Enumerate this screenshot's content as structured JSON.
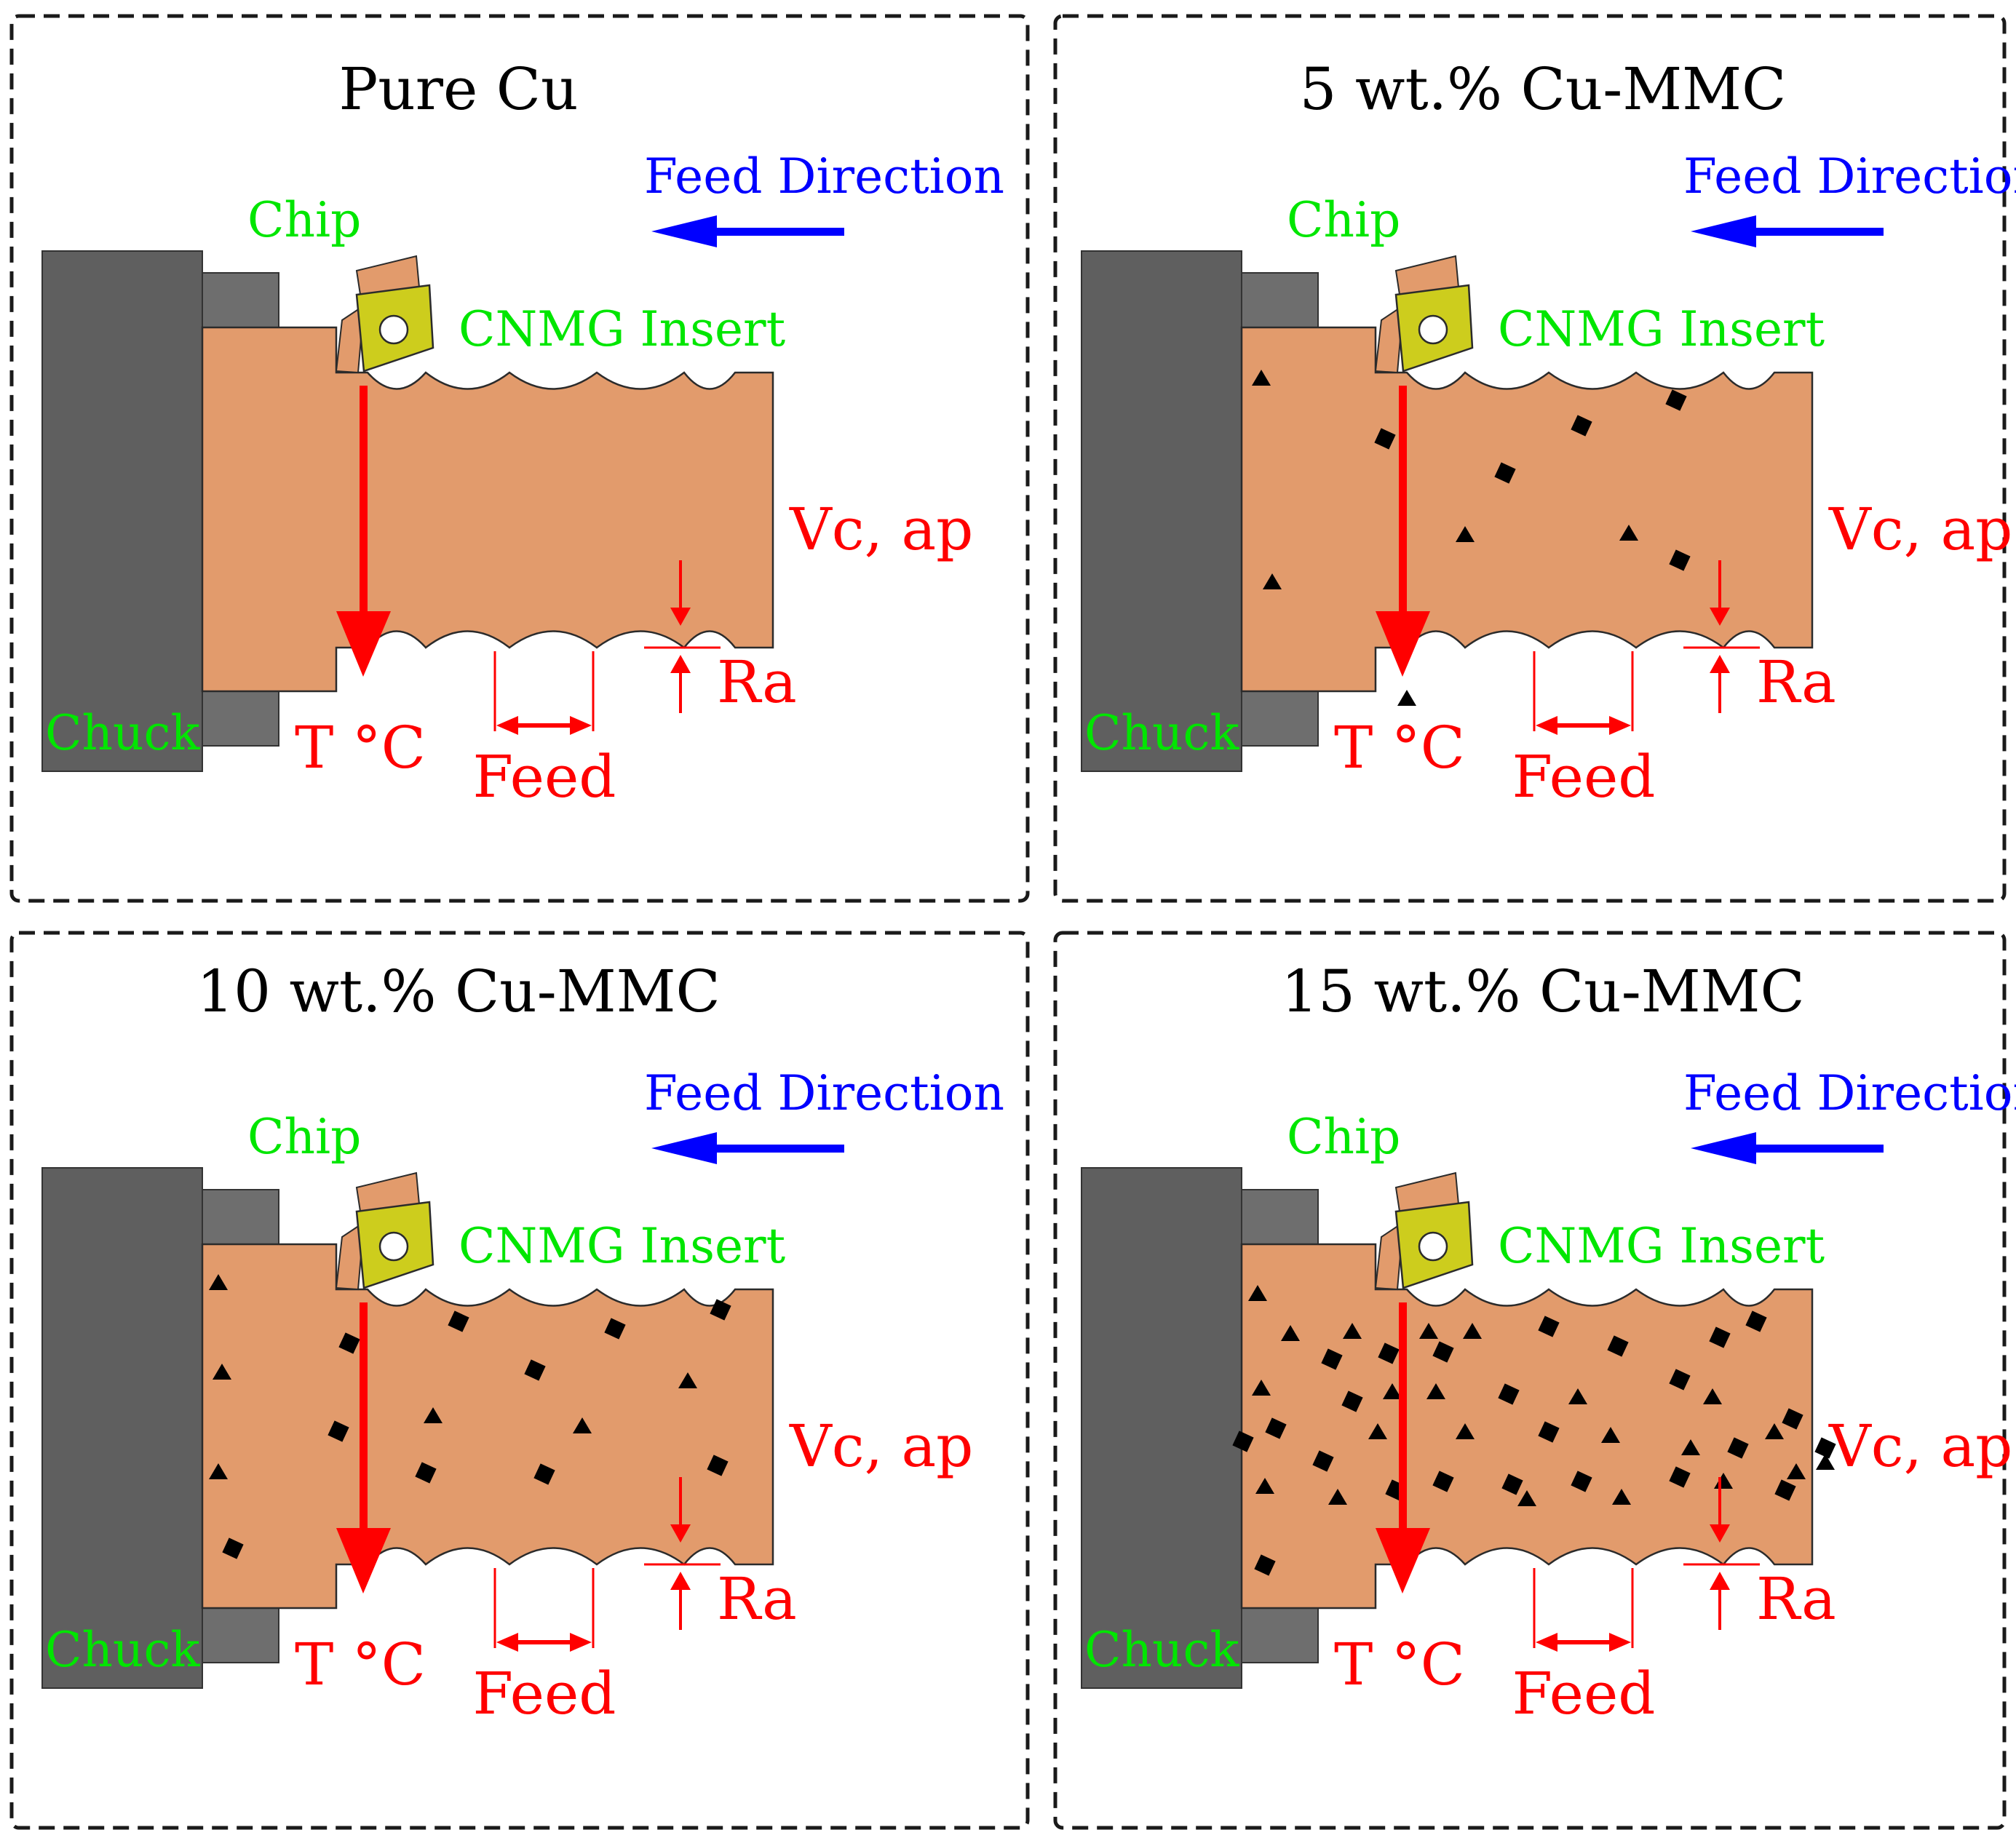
{
  "colors": {
    "workpiece": "#E29B6C",
    "chuck_dark": "#5F5F5F",
    "chuck_light": "#6E6E6E",
    "insert": "#CDCD1D",
    "label_green": "#00E600",
    "label_blue": "#0000FF",
    "label_red": "#FF0000",
    "particle": "#000000",
    "border": "#1A1A1A"
  },
  "labels": {
    "chip": "Chip",
    "insert": "CNMG Insert",
    "feed_direction": "Feed Direction",
    "chuck": "Chuck",
    "temperature": "T °C",
    "cutting_params": "Vc, ap",
    "roughness": "Ra",
    "feed": "Feed"
  },
  "panels": [
    {
      "title": "Pure Cu",
      "particle_density": "none"
    },
    {
      "title": "5 wt.% Cu-MMC",
      "particle_density": "low"
    },
    {
      "title": "10 wt.% Cu-MMC",
      "particle_density": "medium"
    },
    {
      "title": "15 wt.% Cu-MMC",
      "particle_density": "high"
    }
  ]
}
